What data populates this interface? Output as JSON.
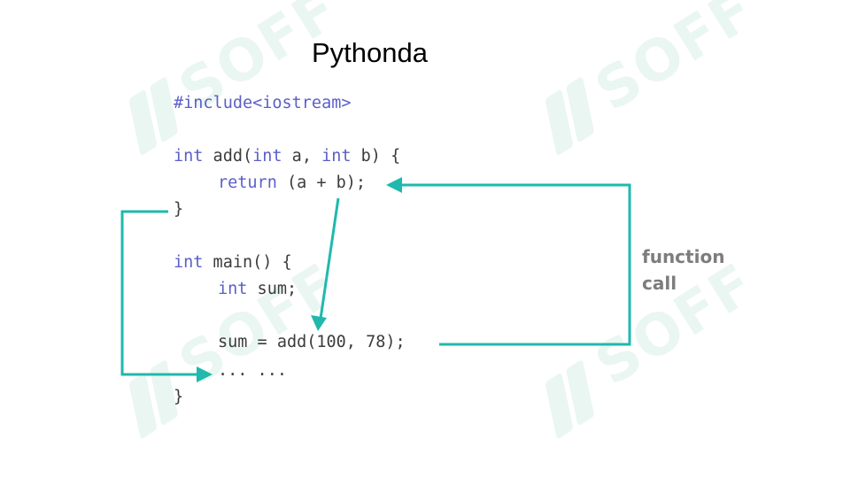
{
  "title": "Pythonda",
  "watermark": "SOFF",
  "code": {
    "line1": "#include<iostream>",
    "line2_kw1": "int",
    "line2_a": " add(",
    "line2_kw2": "int",
    "line2_b": " a, ",
    "line2_kw3": "int",
    "line2_c": " b) {",
    "line3_kw": "return",
    "line3_rest": " (a + b);",
    "line4": "}",
    "line5_kw": "int",
    "line5_rest": " main() {",
    "line6_kw": "int",
    "line6_rest": " sum;",
    "line7": "sum = add(100, 78);",
    "line8": "... ...",
    "line9": "}"
  },
  "annotation": {
    "line1": "function",
    "line2": "call"
  },
  "colors": {
    "arrow": "#1fb9ad",
    "keyword": "#5b5fc7",
    "code_text": "#3c3c3c",
    "annotation": "#7d7d7d",
    "watermark": "#eaf6f1"
  }
}
